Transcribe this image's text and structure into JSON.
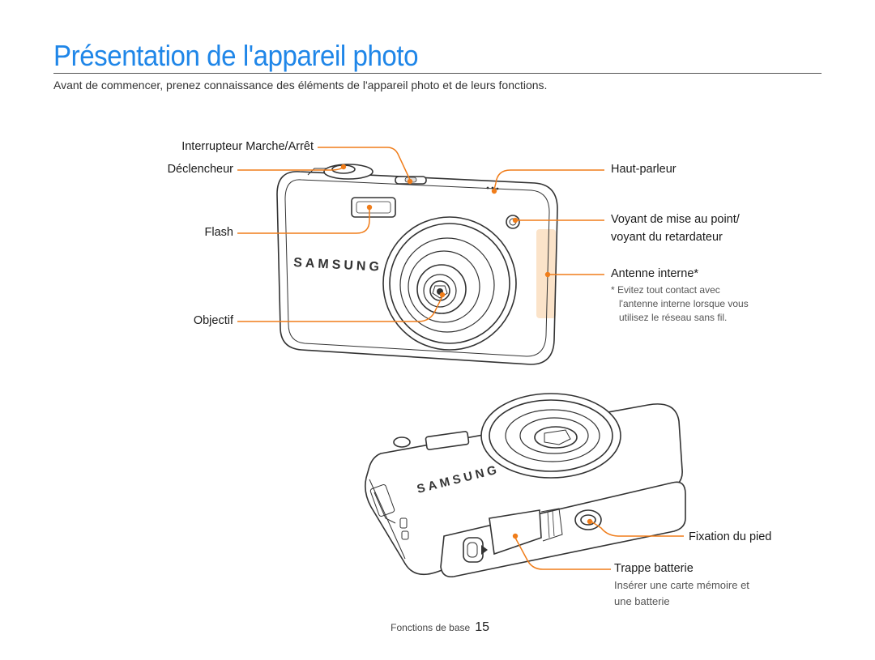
{
  "page": {
    "title": "Présentation de l'appareil photo",
    "intro": "Avant de commencer, prenez connaissance des éléments de l'appareil photo et de leurs fonctions."
  },
  "front_labels": {
    "power": "Interrupteur Marche/Arrêt",
    "shutter": "Déclencheur",
    "flash": "Flash",
    "lens": "Objectif",
    "speaker": "Haut-parleur",
    "af_lamp_1": "Voyant de mise au point/",
    "af_lamp_2": "voyant du retardateur",
    "antenna": "Antenne interne*",
    "antenna_note_1": "* Evitez tout contact avec",
    "antenna_note_2": "l'antenne interne lorsque vous",
    "antenna_note_3": "utilisez le réseau sans fil."
  },
  "bottom_labels": {
    "tripod": "Fixation du pied",
    "battery": "Trappe batterie",
    "battery_note_1": "Insérer une carte mémoire et",
    "battery_note_2": "une batterie"
  },
  "brand": "SAMSUNG",
  "footer": {
    "section": "Fonctions de base",
    "page_number": "15"
  },
  "colors": {
    "accent_title": "#1f86e8",
    "callout": "#f07d1a",
    "antenna_zone": "#fbe3c9",
    "outline": "#333333"
  }
}
